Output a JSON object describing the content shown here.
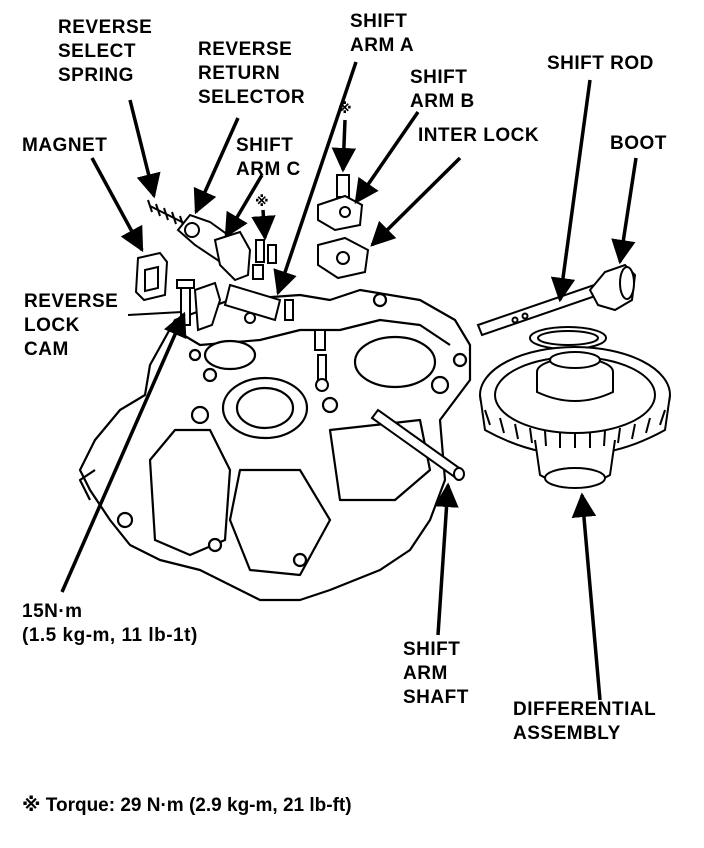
{
  "labels": {
    "reverse_select_spring": [
      "REVERSE",
      "SELECT",
      "SPRING"
    ],
    "reverse_return_selector": [
      "REVERSE",
      "RETURN",
      "SELECTOR"
    ],
    "shift_arm_a": [
      "SHIFT",
      "ARM A"
    ],
    "shift_arm_b": [
      "SHIFT",
      "ARM B"
    ],
    "shift_rod": [
      "SHIFT ROD"
    ],
    "inter_lock": [
      "INTER LOCK"
    ],
    "boot": [
      "BOOT"
    ],
    "magnet": [
      "MAGNET"
    ],
    "shift_arm_c": [
      "SHIFT",
      "ARM C"
    ],
    "reverse_lock_cam": [
      "REVERSE",
      "LOCK",
      "CAM"
    ],
    "bolt_torque": [
      "15N·m",
      "(1.5 kg-m, 11 lb-1t)"
    ],
    "shift_arm_shaft": [
      "SHIFT",
      "ARM",
      "SHAFT"
    ],
    "differential_assembly": [
      "DIFFERENTIAL",
      "ASSEMBLY"
    ]
  },
  "footnote": {
    "mark": "※",
    "text": "Torque: 29 N·m (2.9 kg-m, 21 lb-ft)"
  },
  "markers": {
    "asterisk": "※"
  }
}
